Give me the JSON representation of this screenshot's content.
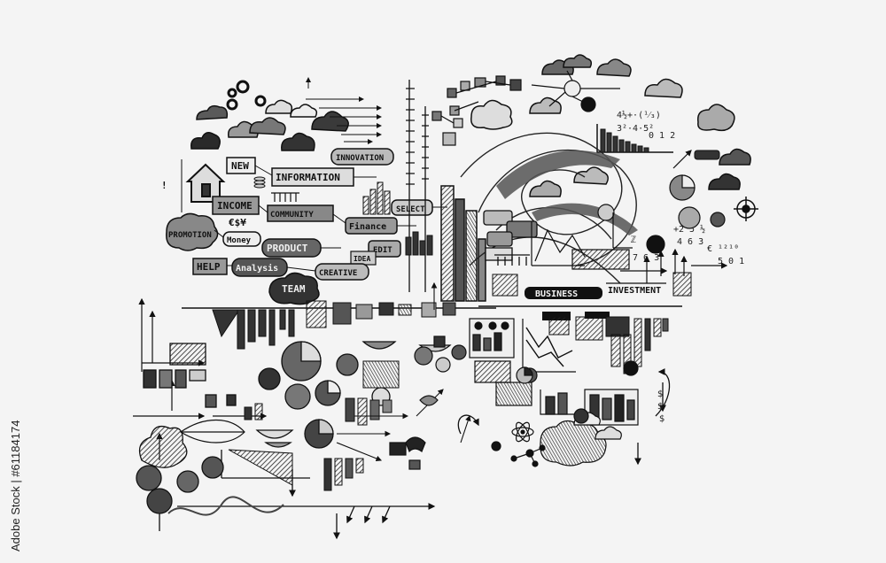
{
  "labels": {
    "new": "NEW",
    "information": "INFORMATION",
    "innovation": "INNOVATION",
    "income": "INCOME",
    "community": "COMMUNITY",
    "select": "SELECT",
    "finance": "Finance",
    "promotion": "PROMOTION",
    "money": "Money",
    "product": "PRODUCT",
    "edit": "EDIT",
    "help": "HELP",
    "analysis": "Analysis",
    "idea": "IDEA",
    "creative": "CREATIVE",
    "team": "TEAM",
    "business": "BUSINESS",
    "investment": "INVESTMENT",
    "currency": "€$¥"
  },
  "watermark": {
    "stock_id": "Adobe Stock | #61184174"
  },
  "colors": {
    "ink": "#1a1a1a",
    "paper": "#f4f4f4",
    "shade": "#5a5a5a"
  }
}
